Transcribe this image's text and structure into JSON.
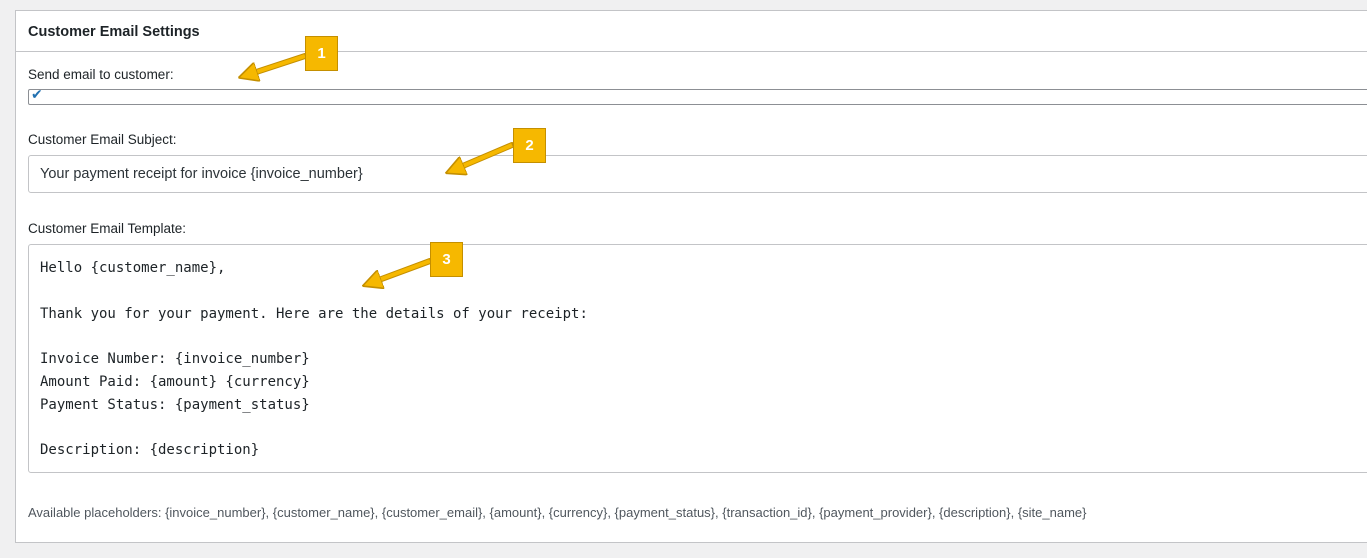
{
  "panel": {
    "title": "Customer Email Settings"
  },
  "send_email": {
    "label": "Send email to customer:",
    "checked": true,
    "check_glyph": "✔"
  },
  "subject": {
    "label": "Customer Email Subject:",
    "value": "Your payment receipt for invoice {invoice_number}"
  },
  "template": {
    "label": "Customer Email Template:",
    "lines": [
      "Hello {customer_name},",
      "",
      "Thank you for your payment. Here are the details of your receipt:",
      "",
      "Invoice Number: {invoice_number}",
      "Amount Paid: {amount} {currency}",
      "Payment Status: {payment_status}",
      "",
      "Description: {description}"
    ]
  },
  "help": {
    "placeholders_text": "Available placeholders: {invoice_number}, {customer_name}, {customer_email}, {amount}, {currency}, {payment_status}, {transaction_id}, {payment_provider}, {description}, {site_name}"
  },
  "callouts": {
    "one": "1",
    "two": "2",
    "three": "3"
  },
  "colors": {
    "accent": "#2271b1",
    "callout": "#f6b800"
  }
}
